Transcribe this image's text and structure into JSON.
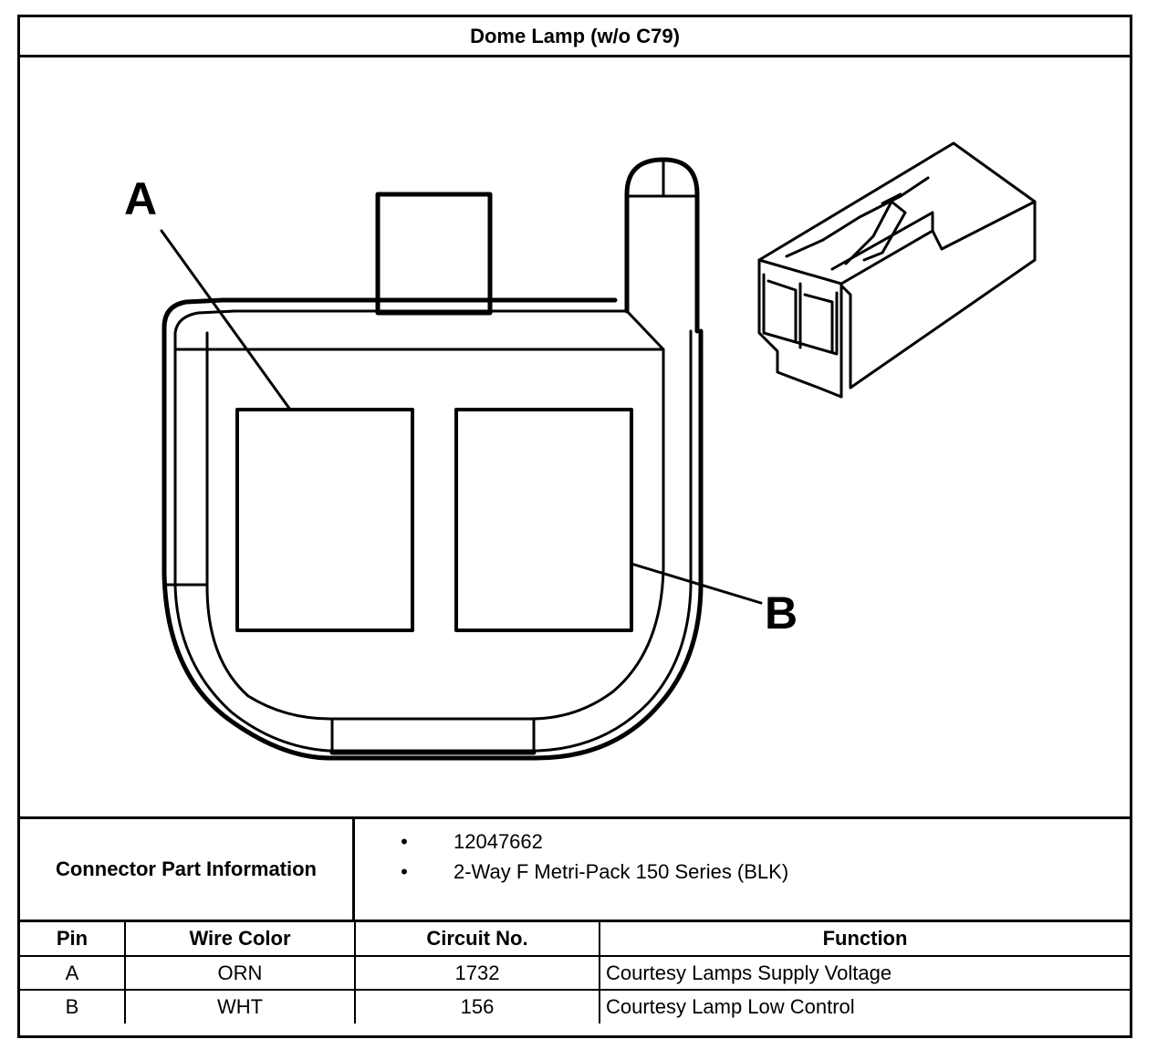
{
  "title": "Dome Lamp (w/o C79)",
  "diagram": {
    "label_a": "A",
    "label_b": "B"
  },
  "connector_info": {
    "label": "Connector Part Information",
    "items": [
      "12047662",
      "2-Way F Metri-Pack 150 Series (BLK)"
    ],
    "bullet": "•"
  },
  "pin_table": {
    "headers": [
      "Pin",
      "Wire Color",
      "Circuit No.",
      "Function"
    ],
    "rows": [
      [
        "A",
        "ORN",
        "1732",
        "Courtesy Lamps Supply Voltage"
      ],
      [
        "B",
        "WHT",
        "156",
        "Courtesy Lamp Low Control"
      ]
    ]
  }
}
